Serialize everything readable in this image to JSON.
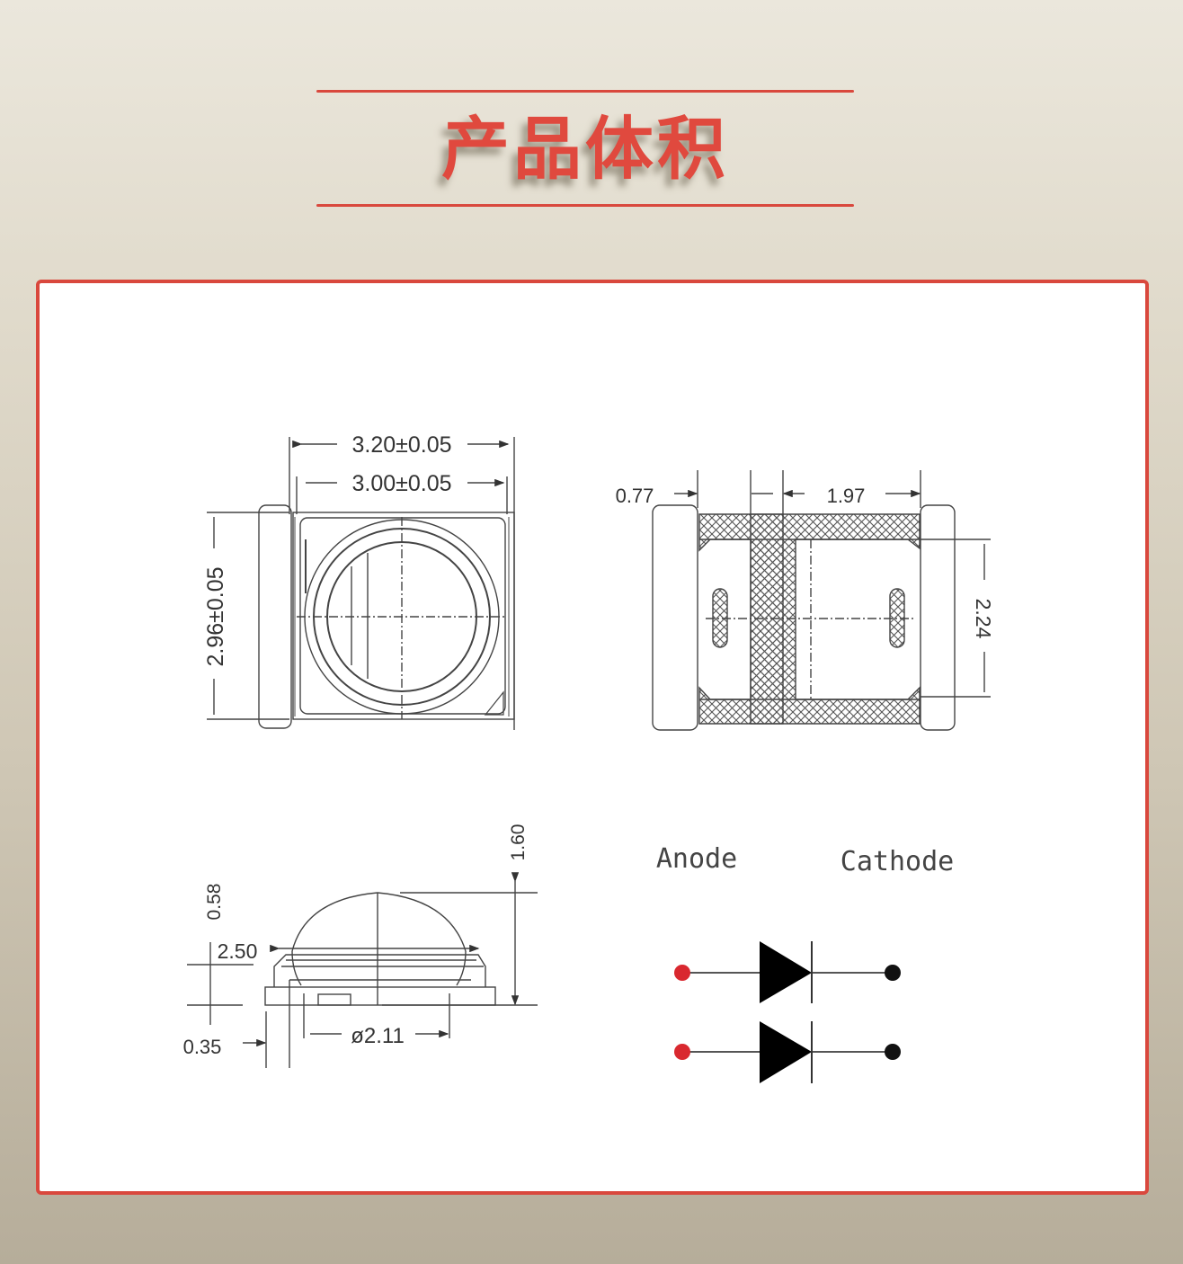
{
  "header": {
    "title": "产品体积",
    "accent_color": "#d9483d"
  },
  "top_view": {
    "width_outer": "3.20±0.05",
    "width_inner": "3.00±0.05",
    "height": "2.96±0.05"
  },
  "bottom_view": {
    "pad_width": "0.77",
    "gap_width": "1.97",
    "pad_height": "2.24"
  },
  "side_view": {
    "total_height": "1.60",
    "lens_height": "0.58",
    "lens_width": "2.50",
    "base_offset": "0.35",
    "lens_diameter": "ø2.11"
  },
  "schematic": {
    "anode_label": "Anode",
    "cathode_label": "Cathode",
    "anode_color": "#d9282f",
    "cathode_color": "#111111",
    "diode_count": 2
  }
}
